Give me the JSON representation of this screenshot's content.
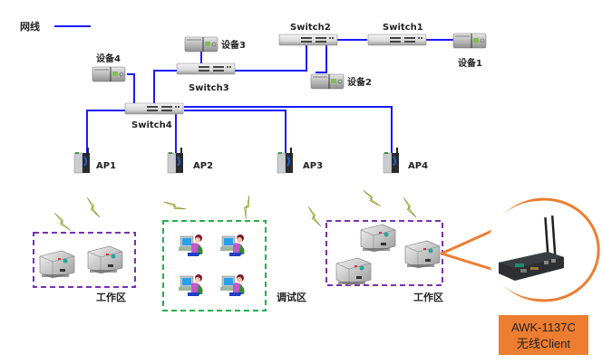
{
  "legend": {
    "label": "网线",
    "line_color": "#1a1aff"
  },
  "switches": [
    {
      "id": "switch1",
      "label": "Switch1"
    },
    {
      "id": "switch2",
      "label": "Switch2"
    },
    {
      "id": "switch3",
      "label": "Switch3"
    },
    {
      "id": "switch4",
      "label": "Switch4"
    }
  ],
  "devices": [
    {
      "id": "device1",
      "label": "设备1"
    },
    {
      "id": "device2",
      "label": "设备2"
    },
    {
      "id": "device3",
      "label": "设备3"
    },
    {
      "id": "device4",
      "label": "设备4"
    }
  ],
  "access_points": [
    {
      "id": "ap1",
      "label": "AP1"
    },
    {
      "id": "ap2",
      "label": "AP2"
    },
    {
      "id": "ap3",
      "label": "AP3"
    },
    {
      "id": "ap4",
      "label": "AP4"
    }
  ],
  "zones": [
    {
      "id": "work-zone-left",
      "label": "工作区",
      "border_color": "#7a2fb5"
    },
    {
      "id": "debug-zone",
      "label": "调试区",
      "border_color": "#22b04b"
    },
    {
      "id": "work-zone-right",
      "label": "工作区",
      "border_color": "#7a2fb5"
    }
  ],
  "callout": {
    "line1": "AWK-1137C",
    "line2": "无线Client",
    "color": "#ed7d31"
  }
}
